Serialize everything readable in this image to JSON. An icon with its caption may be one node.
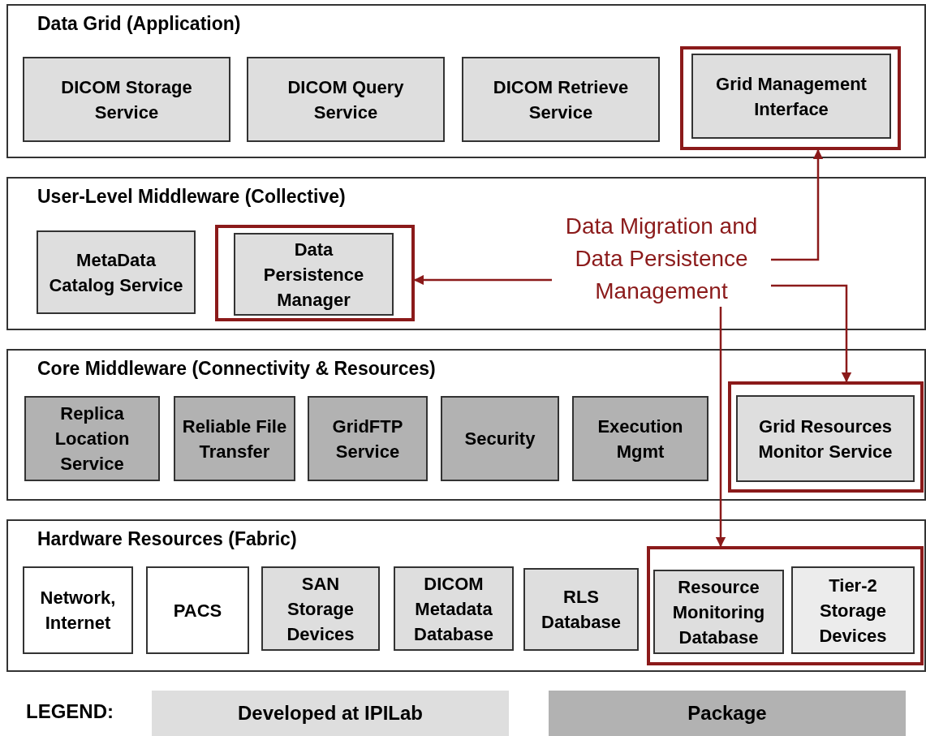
{
  "diagram": {
    "nodes": [
      {
        "text": [
          "Data Grid (Application)"
        ]
      },
      {
        "text": [
          "DICOM Storage Service"
        ],
        "in": 0
      },
      {
        "text": [
          "DICOM Query Service"
        ],
        "in": 0
      },
      {
        "text": [
          "DICOM Retrieve Service"
        ],
        "in": 0
      },
      {
        "text": [],
        "shape": "box",
        "in": 0
      },
      {
        "text": [
          "Grid Management Interface"
        ],
        "in": 4
      },
      {
        "text": [
          "User-Level Middleware (Collective)"
        ]
      },
      {
        "text": [
          "MetaData Catalog Service"
        ],
        "in": 6
      },
      {
        "text": [],
        "shape": "box",
        "in": 6
      },
      {
        "text": [
          "Data Persistence Manager"
        ],
        "in": 8
      },
      {
        "text": [
          "Data Migration and Data Persistence Management"
        ],
        "in": 6
      },
      {
        "text": [
          "Core Middleware (Connectivity & Resources)"
        ]
      },
      {
        "text": [
          "Replica Location Service"
        ],
        "in": 11
      },
      {
        "text": [
          "Reliable File Transfer"
        ],
        "in": 11
      },
      {
        "text": [
          "GridFTP Service"
        ],
        "in": 11
      },
      {
        "text": [
          "Security"
        ],
        "in": 11
      },
      {
        "text": [
          "Execution Mgmt"
        ],
        "in": 11
      },
      {
        "text": [],
        "shape": "box",
        "in": 11
      },
      {
        "text": [
          "Grid Resources Monitor Service"
        ],
        "in": 17
      },
      {
        "text": [
          "Hardware Resources (Fabric)"
        ]
      },
      {
        "text": [
          "Network, Internet"
        ],
        "in": 19
      },
      {
        "text": [
          "PACS"
        ],
        "in": 19
      },
      {
        "text": [
          "SAN Storage Devices"
        ],
        "in": 19
      },
      {
        "text": [
          "DICOM Metadata Database"
        ],
        "in": 19
      },
      {
        "text": [
          "RLS Database"
        ],
        "in": 19
      },
      {
        "text": [],
        "shape": "box",
        "in": 19
      },
      {
        "text": [
          "Resource Monitoring Database"
        ],
        "in": 25
      },
      {
        "text": [
          "Tier-2 Storage Devices"
        ],
        "in": 25
      }
    ],
    "edges": [
      {
        "from": 10,
        "to": 8,
        "arrow": "to"
      },
      {
        "from": 10,
        "to": 4,
        "arrow": "to"
      },
      {
        "from": 10,
        "to": 17,
        "arrow": "to"
      },
      {
        "from": 10,
        "to": 25,
        "arrow": "to"
      }
    ],
    "labels": [
      "LEGEND:"
    ],
    "legend": [
      {
        "text": "Developed at IPILab",
        "color": "#dedede"
      },
      {
        "text": "Package",
        "color": "#b2b2b2"
      }
    ]
  }
}
